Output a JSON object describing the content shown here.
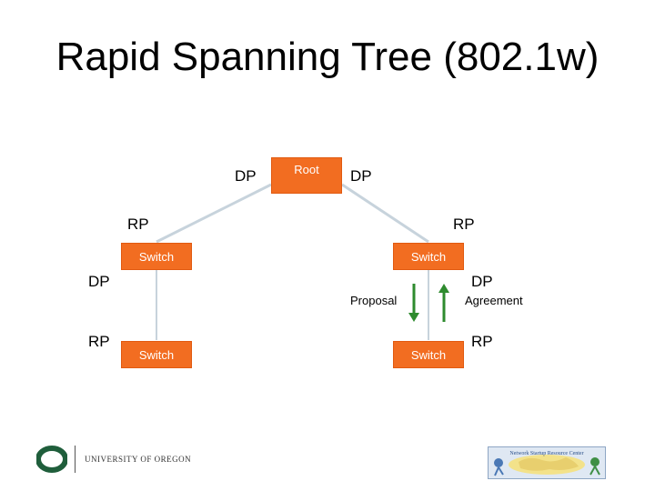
{
  "title": "Rapid Spanning Tree (802.1w)",
  "nodes": {
    "root": "Root",
    "switch_mid_left": "Switch",
    "switch_mid_right": "Switch",
    "switch_bot_left": "Switch",
    "switch_bot_right": "Switch"
  },
  "port_labels": {
    "root_left": "DP",
    "root_right": "DP",
    "mid_left_up": "RP",
    "mid_right_up": "RP",
    "mid_left_down": "DP",
    "mid_right_down": "DP",
    "bot_left_up": "RP",
    "bot_right_up": "RP"
  },
  "messages": {
    "proposal": "Proposal",
    "agreement": "Agreement"
  },
  "colors": {
    "node_fill": "#f26d21",
    "link_color": "#c7d3dc",
    "arrow_green": "#2e8b2e",
    "uo_green": "#1f5e3b"
  },
  "footer": {
    "university": "UNIVERSITY OF OREGON",
    "logo_text": "Network Startup Resource Center"
  }
}
